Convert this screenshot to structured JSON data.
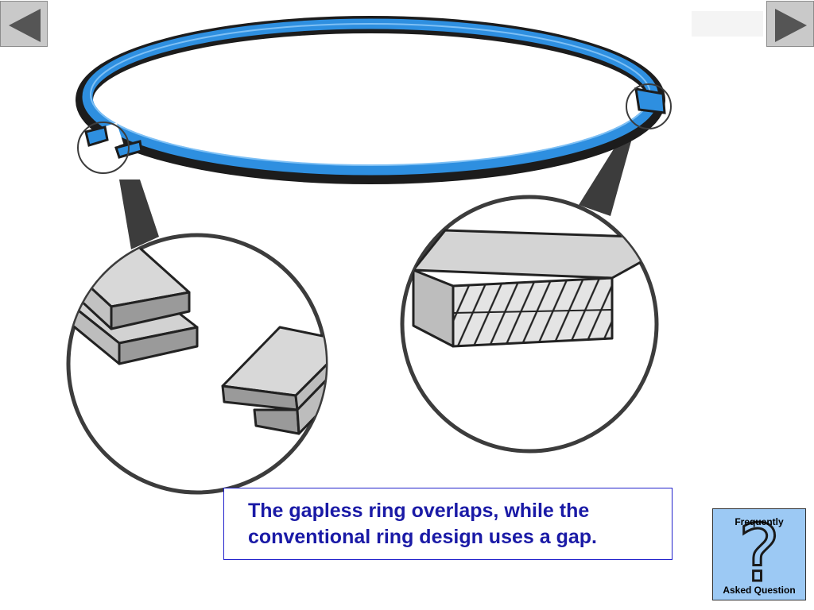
{
  "navigation": {
    "prev_icon": "triangle-left-icon",
    "next_icon": "triangle-right-icon"
  },
  "illustration": {
    "subject": "piston-ring-gap-comparison",
    "ring_color": "#2e8fe0",
    "callouts": [
      "gapless-ring-overlap-detail",
      "conventional-ring-gap-detail"
    ]
  },
  "caption": {
    "text": "The gapless ring overlaps, while the conventional ring design uses a gap."
  },
  "faq": {
    "icon": "question-mark-icon",
    "top_label": "Frequently",
    "bottom_label": "Asked Question"
  }
}
